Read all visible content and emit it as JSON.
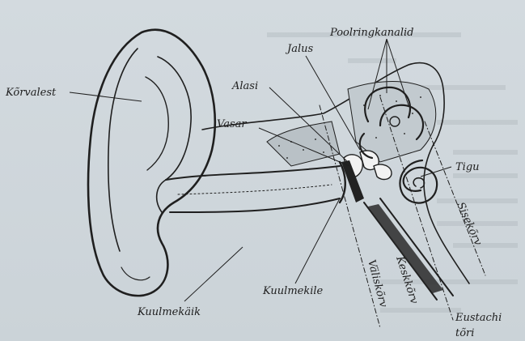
{
  "labels": {
    "korvalest": "Kõrvalest",
    "alasi": "Alasi",
    "jalus": "Jalus",
    "poolringkanalid": "Poolringkanalid",
    "vasar": "Vasar",
    "tigu": "Tigu",
    "sisekorv": "Sisekõrv",
    "keskkorv": "Keskkõrv",
    "valiskorv": "Väliskõrv",
    "kuulmekile": "Kuulmekile",
    "kuulmekaik": "Kuulmekäik",
    "eustachi_line1": "Eustachi",
    "eustachi_line2": "tõri"
  },
  "colors": {
    "paper": "#cfd7dc",
    "ink": "#1f1f1f"
  }
}
